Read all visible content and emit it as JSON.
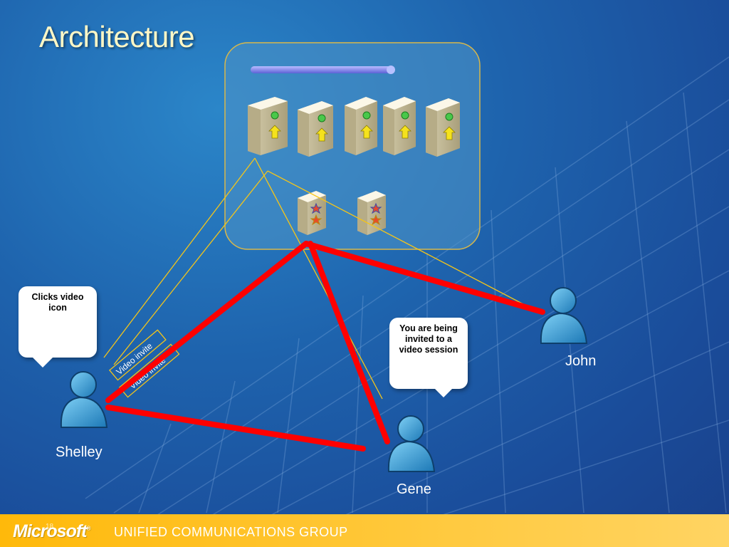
{
  "slide": {
    "title": "Architecture"
  },
  "bubbles": {
    "shelley": "Clicks video icon",
    "gene": "You are being invited to a video session"
  },
  "people": {
    "shelley": "Shelley",
    "john": "John",
    "gene": "Gene"
  },
  "labels": {
    "video_invite": "Video invite",
    "video_invite_2": "Video invite"
  },
  "footer": {
    "brand": "Microsoft",
    "group": "UNIFIED COMMUNICATIONS GROUP",
    "slide_number": "18"
  },
  "colors": {
    "background": "#1e63ad",
    "media_line": "#ff0000",
    "signal_line": "#f5c518",
    "footer": "#ffbf1f",
    "title": "#fff7c6"
  },
  "icons": {
    "server": "server-icon",
    "av_server": "av-mcu-server-icon",
    "person": "person-icon"
  }
}
